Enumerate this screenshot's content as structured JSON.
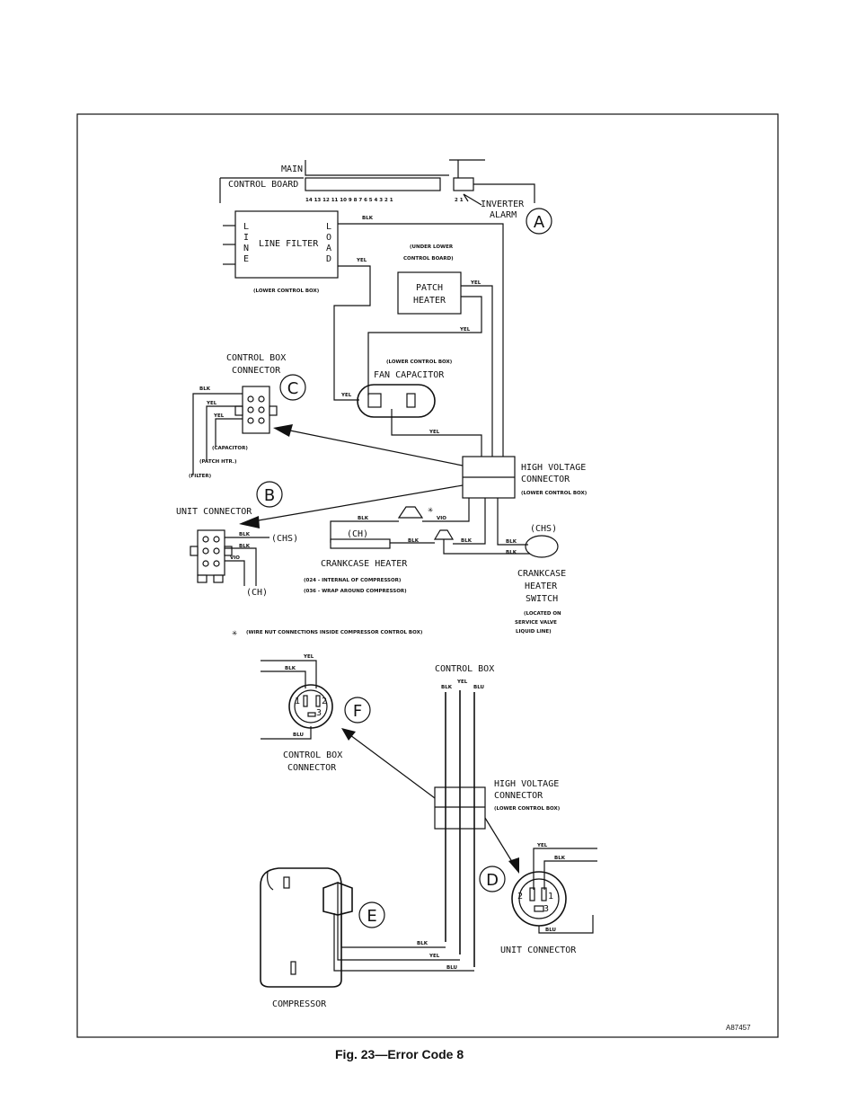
{
  "caption": "Fig. 23—Error Code 8",
  "figure_code": "A87457",
  "labels": {
    "main": "MAIN",
    "control_board": "CONTROL BOARD",
    "pin_numbers": "14 13 12 11 10 9 8 7 6 5 4 3 2 1",
    "alarm_pins": "2 1",
    "inverter": "INVERTER",
    "alarm": "ALARM",
    "line_filter": "LINE FILTER",
    "line_letters": [
      "L",
      "I",
      "N",
      "E"
    ],
    "load_letters": [
      "L",
      "O",
      "A",
      "D"
    ],
    "lower_control_box": "(LOWER CONTROL BOX)",
    "under_lower": "(UNDER LOWER",
    "control_board_paren": "CONTROL BOARD)",
    "patch": "PATCH",
    "heater": "HEATER",
    "control_box": "CONTROL BOX",
    "connector": "CONNECTOR",
    "fan_capacitor": "FAN CAPACITOR",
    "capacitor_paren": "(CAPACITOR)",
    "patch_htr": "(PATCH HTR.)",
    "filter_paren": "(FILTER)",
    "high_voltage": "HIGH VOLTAGE",
    "unit_connector": "UNIT CONNECTOR",
    "ch": "(CH)",
    "chs": "(CHS)",
    "crankcase_heater": "CRANKCASE HEATER",
    "note_024": "(024 - INTERNAL OF COMPRESSOR)",
    "note_036": "(036 - WRAP AROUND COMPRESSOR)",
    "crankcase": "CRANKCASE",
    "heater_word": "HEATER",
    "switch": "SWITCH",
    "located_on": "(LOCATED ON",
    "service_valve": "SERVICE VALVE",
    "liquid_line": "LIQUID LINE)",
    "wire_nut_note": "(WIRE NUT CONNECTIONS INSIDE COMPRESSOR CONTROL BOX)",
    "compressor": "COMPRESSOR",
    "pin1": "1",
    "pin2": "2",
    "pin3": "3"
  },
  "wires": {
    "blk": "BLK",
    "yel": "YEL",
    "vio": "VIO",
    "blu": "BLU"
  },
  "callouts": {
    "a": "A",
    "b": "B",
    "c": "C",
    "d": "D",
    "e": "E",
    "f": "F"
  },
  "symbols": {
    "asterisk": "✳"
  }
}
